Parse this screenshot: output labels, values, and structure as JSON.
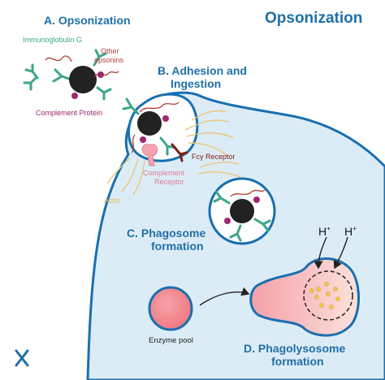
{
  "title": "Opsonization",
  "steps": {
    "a": "A. Opsonization",
    "b_line1": "B. Adhesion and",
    "b_line2": "Ingestion",
    "c_line1": "C. Phagosome",
    "c_line2": "formation",
    "d_line1": "D. Phagolysosome",
    "d_line2": "formation"
  },
  "labels": {
    "immunoglobulin": "Immunoglobulin G",
    "other_line1": "Other",
    "other_line2": "opsonins",
    "complement_protein": "Complement Protein",
    "fcy_receptor": "Fcγ Receptor",
    "complement_receptor_line1": "Complement",
    "complement_receptor_line2": "Receptor",
    "actin": "Actin",
    "enzyme_pool": "Enzyme pool",
    "hplus": "H",
    "hplus_sup": "+"
  },
  "icons": {
    "logo": "x-logo-icon"
  },
  "colors": {
    "title": "#1f6fa8",
    "cell_fill": "#dcecf6",
    "cell_border": "#1a6fb0",
    "pathogen": "#222222",
    "igg": "#3aa68a",
    "complement": "#a0286e",
    "other_opsonin": "#b0403a",
    "complement_receptor": "#f4a3b0",
    "fcy_receptor": "#7a2018",
    "actin": "#e8c87a",
    "enzyme": "#f08a90",
    "granule": "#f2c648",
    "igg_label": "#3aa68a",
    "complement_label": "#a0286e",
    "other_label": "#b0403a",
    "receptor_label": "#e07b95",
    "actin_label": "#e0b84a"
  }
}
